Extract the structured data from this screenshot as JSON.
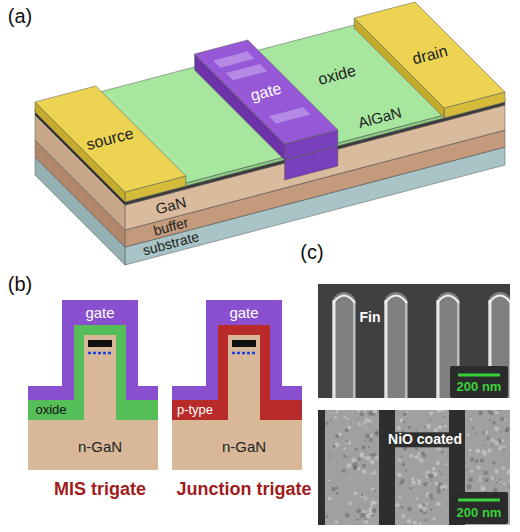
{
  "diagram": {
    "labels": [
      "(a)",
      "drain",
      "gate",
      "oxide",
      "source",
      "AlGaN",
      "GaN",
      "buffer",
      "substrate",
      "(c)",
      "(b)",
      "Fin",
      "200 nm",
      "gate",
      "gate",
      "oxide",
      "p-type",
      "n-GaN",
      "n-GaN",
      "MIS trigate",
      "Junction trigate",
      "NiO coated",
      "200 nm"
    ]
  }
}
